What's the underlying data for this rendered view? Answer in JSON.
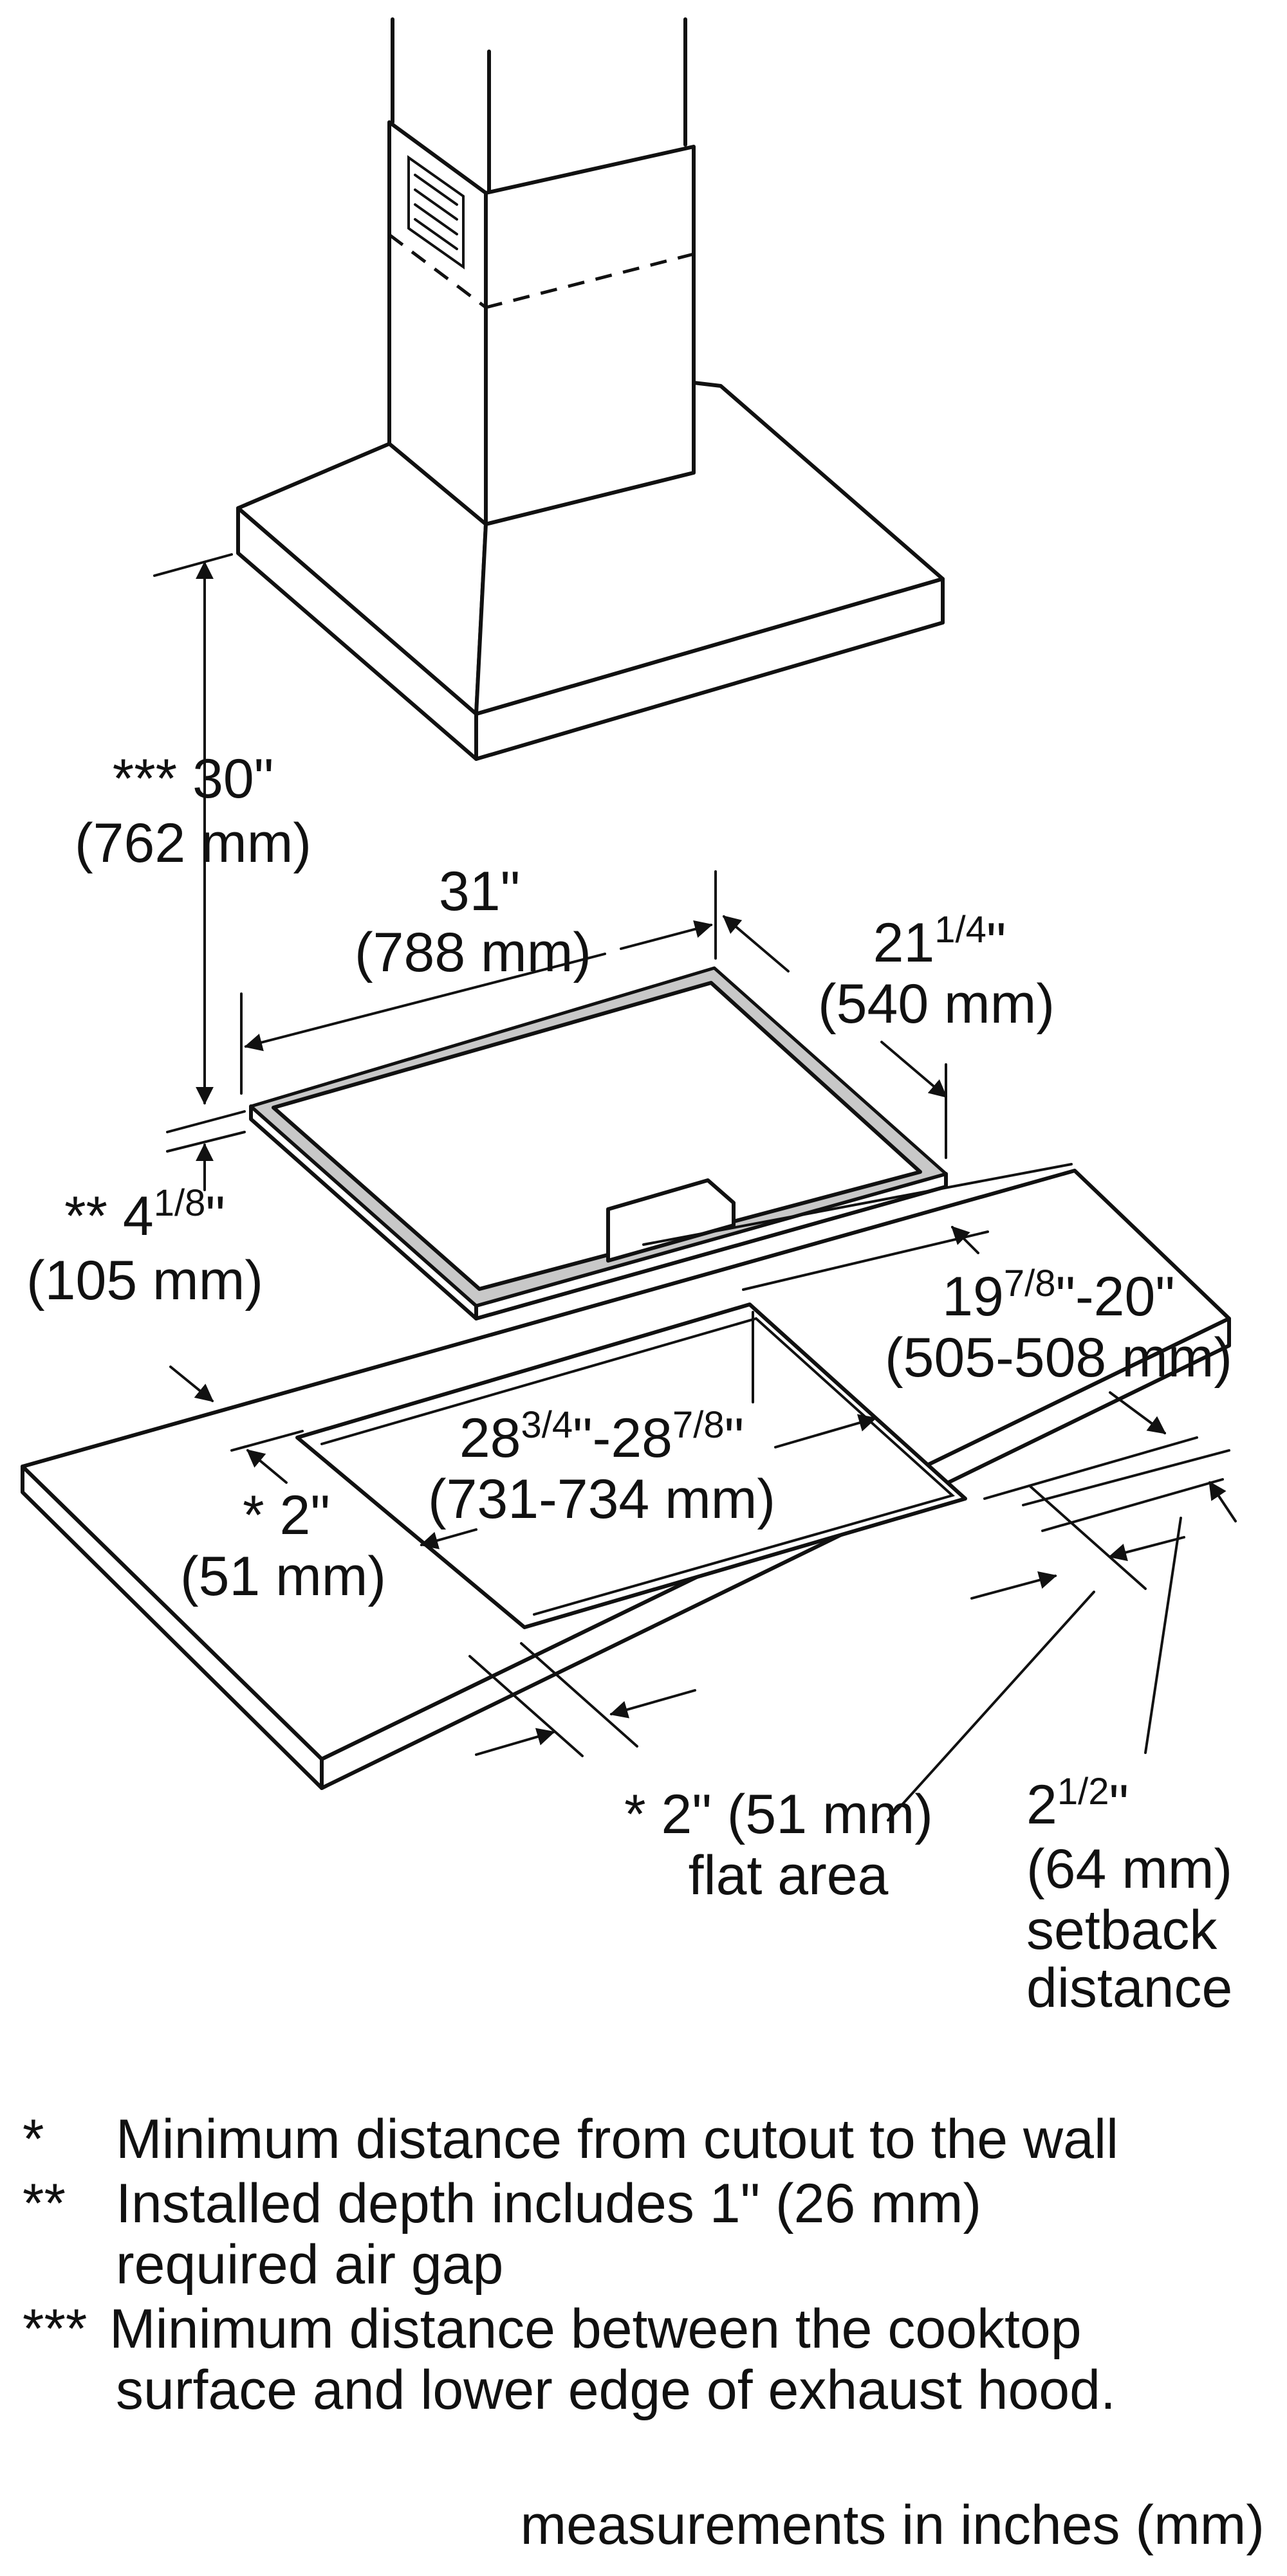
{
  "dimensions": {
    "hood_height": {
      "stars": "***",
      "inches": "30\"",
      "mm": "(762 mm)"
    },
    "cooktop_width": {
      "inches": "31\"",
      "mm": "(788 mm)"
    },
    "cooktop_depth": {
      "whole": "21",
      "num": "1",
      "den": "4",
      "suffix": "\"",
      "mm": "(540 mm)"
    },
    "installed_depth": {
      "stars": "**",
      "whole": "4",
      "num": "1",
      "den": "8",
      "suffix": "\"",
      "mm": "(105 mm)"
    },
    "cutout_depth": {
      "whole": "19",
      "num": "7",
      "den": "8",
      "suffix": "\"-20\"",
      "mm": "(505-508 mm)"
    },
    "cutout_width": {
      "w1": "28",
      "n1": "3",
      "d1": "4",
      "sep": "\"-28",
      "n2": "7",
      "d2": "8",
      "suffix": "\"",
      "mm": "(731-734 mm)"
    },
    "wall_distance": {
      "stars": "*",
      "inches": "2\"",
      "mm": "(51 mm)"
    },
    "flat_area": {
      "line1": "* 2\" (51 mm)",
      "line2": "flat area"
    },
    "setback": {
      "whole": "2",
      "num": "1",
      "den": "2",
      "suffix": "\"",
      "mm": "(64 mm)",
      "line3": "setback",
      "line4": "distance"
    }
  },
  "footnotes": [
    {
      "marker": "*",
      "lines": [
        "Minimum distance from cutout to the wall"
      ]
    },
    {
      "marker": "**",
      "lines": [
        "Installed depth includes 1\" (26 mm)",
        "required air gap"
      ]
    },
    {
      "marker": "***",
      "lines": [
        "Minimum distance between the cooktop",
        "surface and lower edge of exhaust hood."
      ]
    }
  ],
  "units_note": "measurements in inches (mm)"
}
